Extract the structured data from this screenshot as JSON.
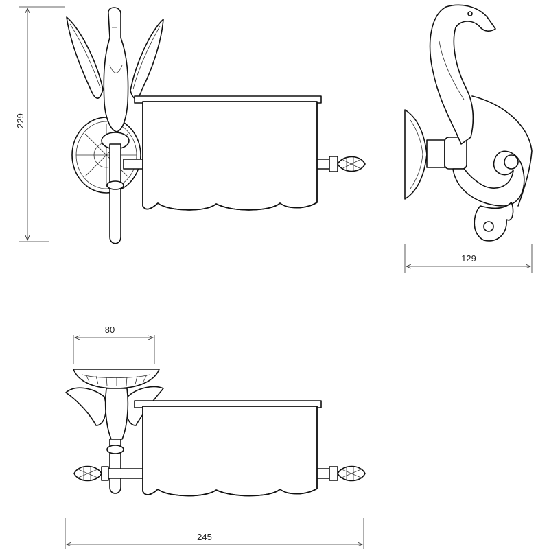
{
  "drawing": {
    "dimensions": {
      "height": "229",
      "depth": "129",
      "mount_width": "80",
      "total_width": "245"
    }
  }
}
